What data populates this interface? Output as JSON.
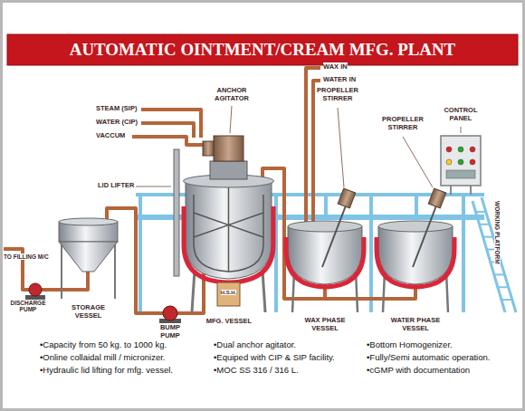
{
  "diagram": {
    "title": "AUTOMATIC OINTMENT/CREAM MFG. PLANT",
    "labels": [
      "STEAM (SIP)",
      "WATER (CIP)",
      "VACCUM",
      "ANCHOR AGITATOR",
      "WAX IN",
      "WATER IN",
      "PROPELLER STIRRER",
      "PROPELLER STIRRER",
      "CONTROL PANEL",
      "LID LIFTER",
      "TO FILLING M/C",
      "DISCHARGE PUMP",
      "STORAGE VESSEL",
      "BUMP PUMP",
      "MFG. VESSEL",
      "H.S.H.",
      "WAX PHASE VESSEL",
      "WATER PHASE VESSEL",
      "WORKING PLATFORM",
      "•Capacity from 50 kg. to 1000 kg.",
      "•Online collaidal mill / micronizer.",
      "•Hydraulic lid lifting for mfg. vessel.",
      "•Dual anchor agitator.",
      "•Equiped with CIP & SIP facility.",
      "•MOC SS 316 / 316 L.",
      "•Bottom Homogenizer.",
      "•Fully/Semi automatic operation.",
      "•cGMP with documentation"
    ]
  }
}
